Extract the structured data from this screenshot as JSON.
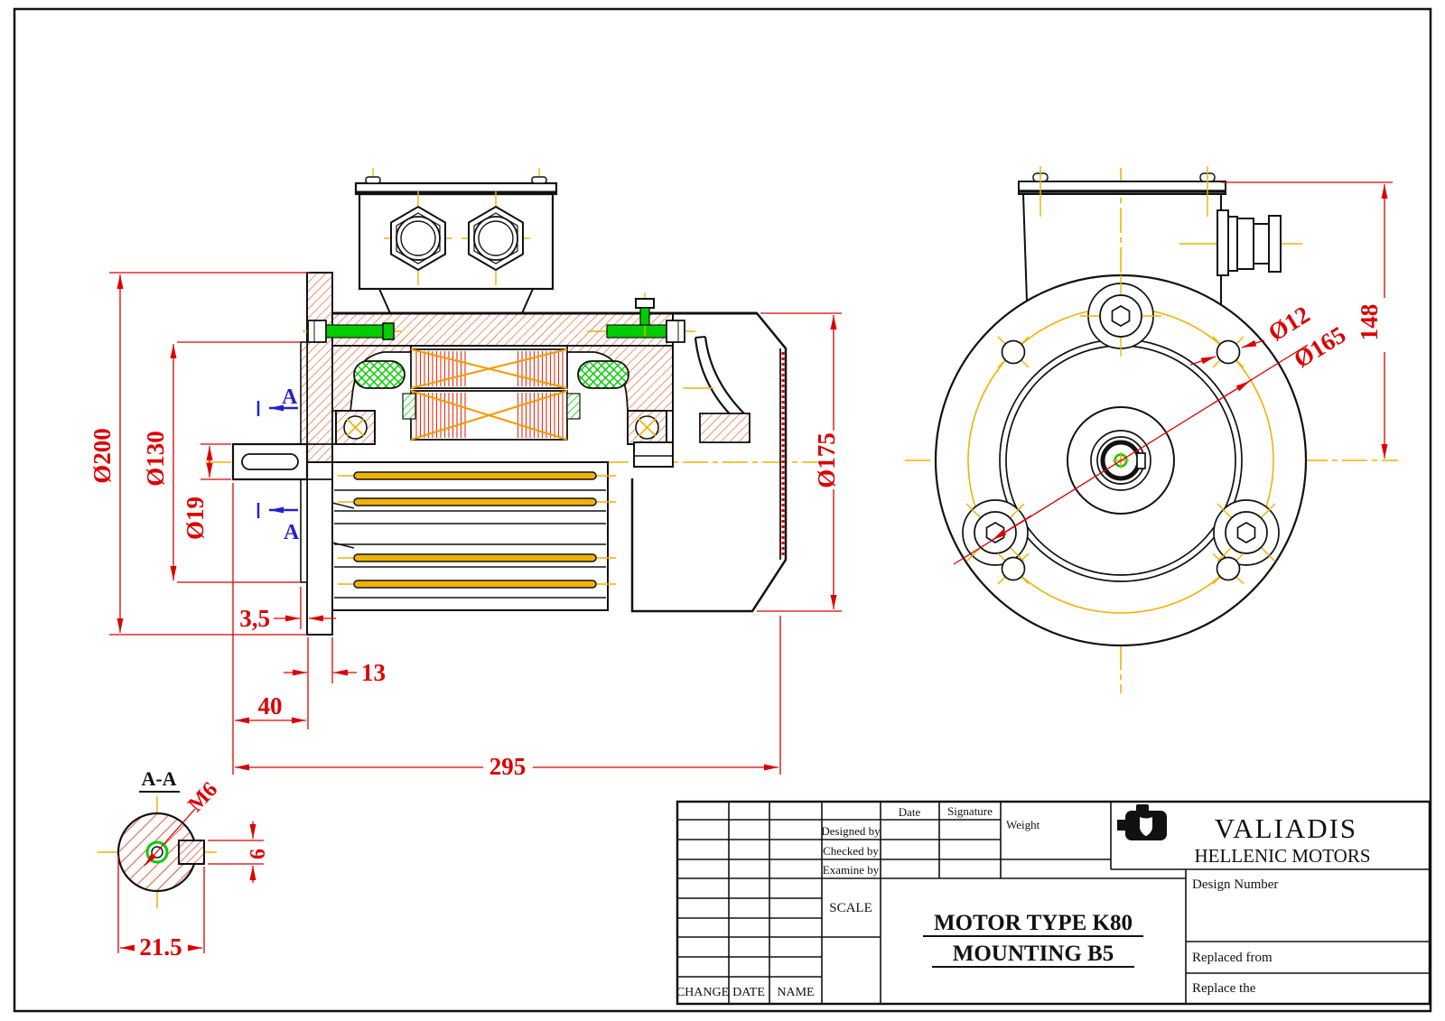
{
  "drawing": {
    "side_view": {
      "dims": {
        "d200": "Ø200",
        "d130": "Ø130",
        "d19": "Ø19",
        "d35": "3,5",
        "d13": "13",
        "d40": "40",
        "d295": "295",
        "d175": "Ø175"
      },
      "section_label": "A"
    },
    "front_view": {
      "dims": {
        "d148": "148",
        "d12": "Ø12",
        "d165": "Ø165"
      }
    },
    "section_aa": {
      "title": "A-A",
      "dims": {
        "thread": "M6",
        "key_height": "6",
        "width": "21.5"
      }
    }
  },
  "title_block": {
    "company": "VALIADIS",
    "company_sub": "HELLENIC MOTORS",
    "product_line1": "MOTOR TYPE K80",
    "product_line2": "MOUNTING  B5",
    "design_number_label": "Design Number",
    "replaced_from_label": "Replaced from",
    "replace_the_label": "Replace the",
    "scale_label": "SCALE",
    "weight_label": "Weight",
    "date_label": "Date",
    "signature_label": "Signature",
    "designed_by_label": "Designed by",
    "checked_by_label": "Checked by",
    "examine_by_label": "Examine by",
    "change_label": "CHANGE",
    "date_col_label": "DATE",
    "name_label": "NAME",
    "logo_icon": "motor-silhouette-icon"
  },
  "colors": {
    "dimension_red": "#DD0000",
    "centerline_yellow": "#F2B200",
    "hatch_orange": "#E84C16",
    "lamination_red": "#E23010",
    "component_green": "#00CC00",
    "section_blue": "#2222CC",
    "line_black": "#111111"
  }
}
